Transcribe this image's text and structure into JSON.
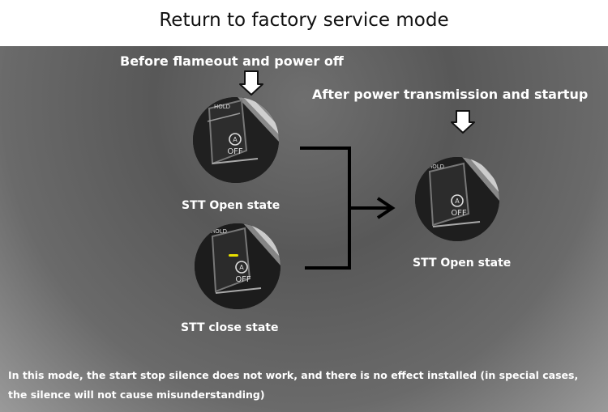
{
  "title": "Return to factory service mode",
  "labels": {
    "before": "Before flameout and power off",
    "after": "After power transmission and startup"
  },
  "buttons": [
    {
      "caption": "STT Open state",
      "hold_text": "HOLD",
      "off_text": "OFF",
      "indicator_on": false
    },
    {
      "caption": "STT close state",
      "hold_text": "HOLD",
      "off_text": "OFF",
      "indicator_on": true,
      "indicator_color": "#e8e000"
    },
    {
      "caption": "STT Open state",
      "hold_text": "HOLD",
      "off_text": "OFF",
      "indicator_on": false
    }
  ],
  "note": "In this mode, the start stop silence does not work, and there is no effect installed (in special cases, the silence will not cause misunderstanding)"
}
